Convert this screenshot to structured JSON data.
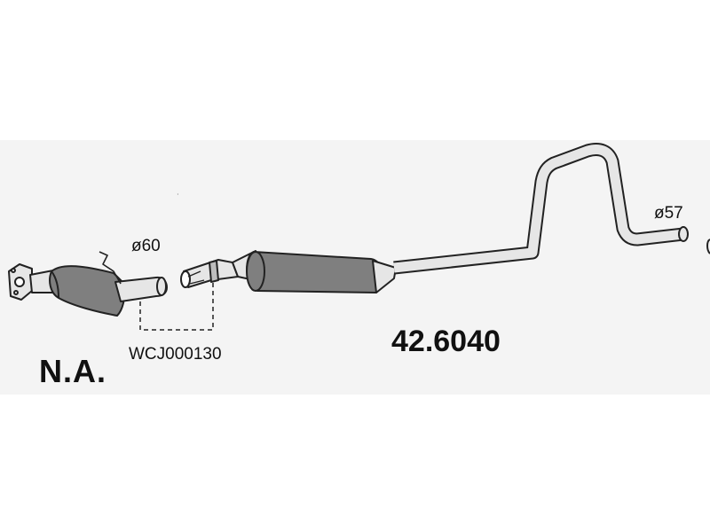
{
  "labels": {
    "diameter_front": "ø60",
    "diameter_rear": "ø57",
    "fitting_kit_code": "WCJ000130",
    "na_note": "N.A.",
    "part_number": "42.6040"
  },
  "colors": {
    "background_band": "#f4f4f4",
    "outline": "#222222",
    "body_fill": "#7f7f7f",
    "pipe_fill": "#e6e6e6"
  }
}
